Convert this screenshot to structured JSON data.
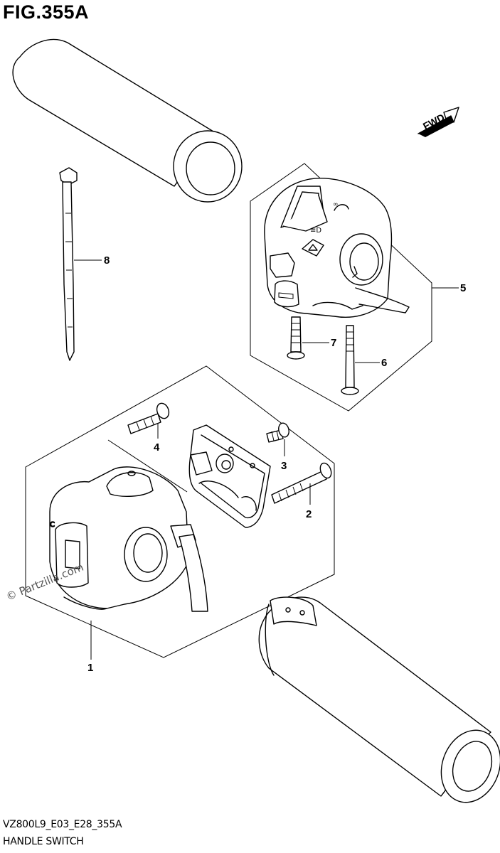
{
  "figure": {
    "title": "FIG.355A",
    "code": "VZ800L9_E03_E28_355A",
    "name": "HANDLE SWITCH"
  },
  "watermark": "© Partzilla.com",
  "direction_marker": {
    "label": "FWD",
    "icon": "arrow-right-icon"
  },
  "callouts": {
    "c1": "1",
    "c2": "2",
    "c3": "3",
    "c4": "4",
    "c5": "5",
    "c6": "6",
    "c7": "7",
    "c8": "8"
  }
}
